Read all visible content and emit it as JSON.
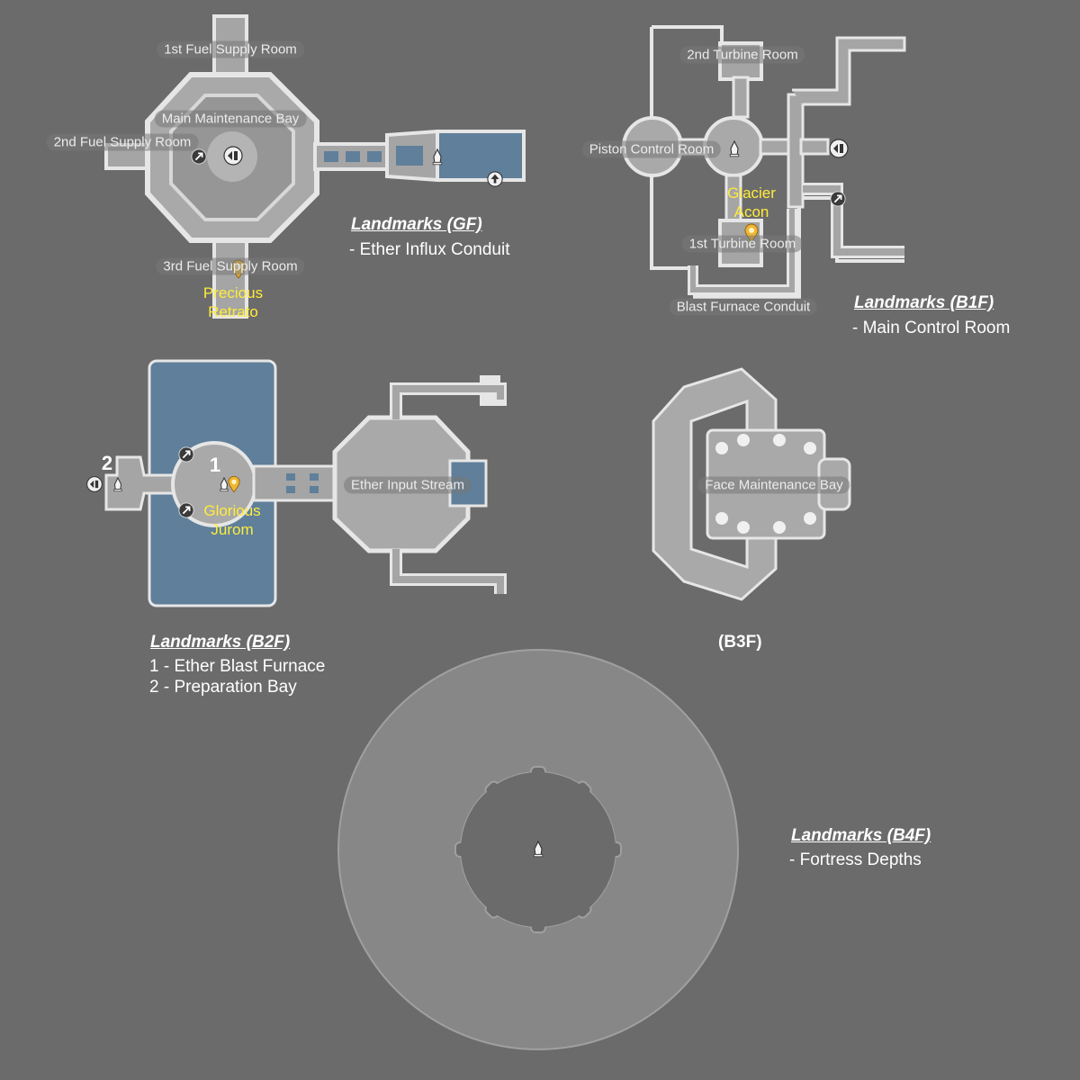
{
  "floors": {
    "gf": {
      "rooms": {
        "fuel1": "1st Fuel Supply Room",
        "maintenance": "Main Maintenance Bay",
        "fuel2": "2nd Fuel Supply Room",
        "fuel3": "3rd Fuel Supply Room"
      },
      "npc": {
        "line1": "Precious",
        "line2": "Retrato"
      },
      "landmarks_title": "Landmarks (GF)",
      "landmarks": [
        "- Ether Influx Conduit"
      ]
    },
    "b1f": {
      "rooms": {
        "turbine2": "2nd Turbine Room",
        "piston": "Piston Control Room",
        "turbine1": "1st Turbine Room",
        "blast": "Blast Furnace Conduit"
      },
      "npc": {
        "line1": "Glacier",
        "line2": "Acon"
      },
      "landmarks_title": "Landmarks (B1F)",
      "landmarks": [
        "- Main Control Room"
      ]
    },
    "b2f": {
      "rooms": {
        "ether_input": "Ether Input Stream"
      },
      "npc": {
        "line1": "Glorious",
        "line2": "Jurom"
      },
      "markers": [
        "1",
        "2"
      ],
      "landmarks_title": "Landmarks (B2F)",
      "landmarks": [
        "1 - Ether Blast Furnace",
        "2 - Preparation Bay"
      ]
    },
    "b3f": {
      "rooms": {
        "face": "Face Maintenance Bay"
      },
      "caption": "(B3F)"
    },
    "b4f": {
      "landmarks_title": "Landmarks (B4F)",
      "landmarks": [
        "- Fortress Depths"
      ]
    }
  },
  "colors": {
    "background": "#6b6b6b",
    "floor": "#a5a5a5",
    "wall": "#e6e6e6",
    "water": "#5f7f9a",
    "npc_text": "#ffec3a",
    "npc_pin": "#f2b632"
  },
  "icons": [
    "teleport-arrow-icon",
    "crystal-landmark-icon",
    "npc-pin-icon",
    "gear-door-icon",
    "up-arrow-icon"
  ]
}
